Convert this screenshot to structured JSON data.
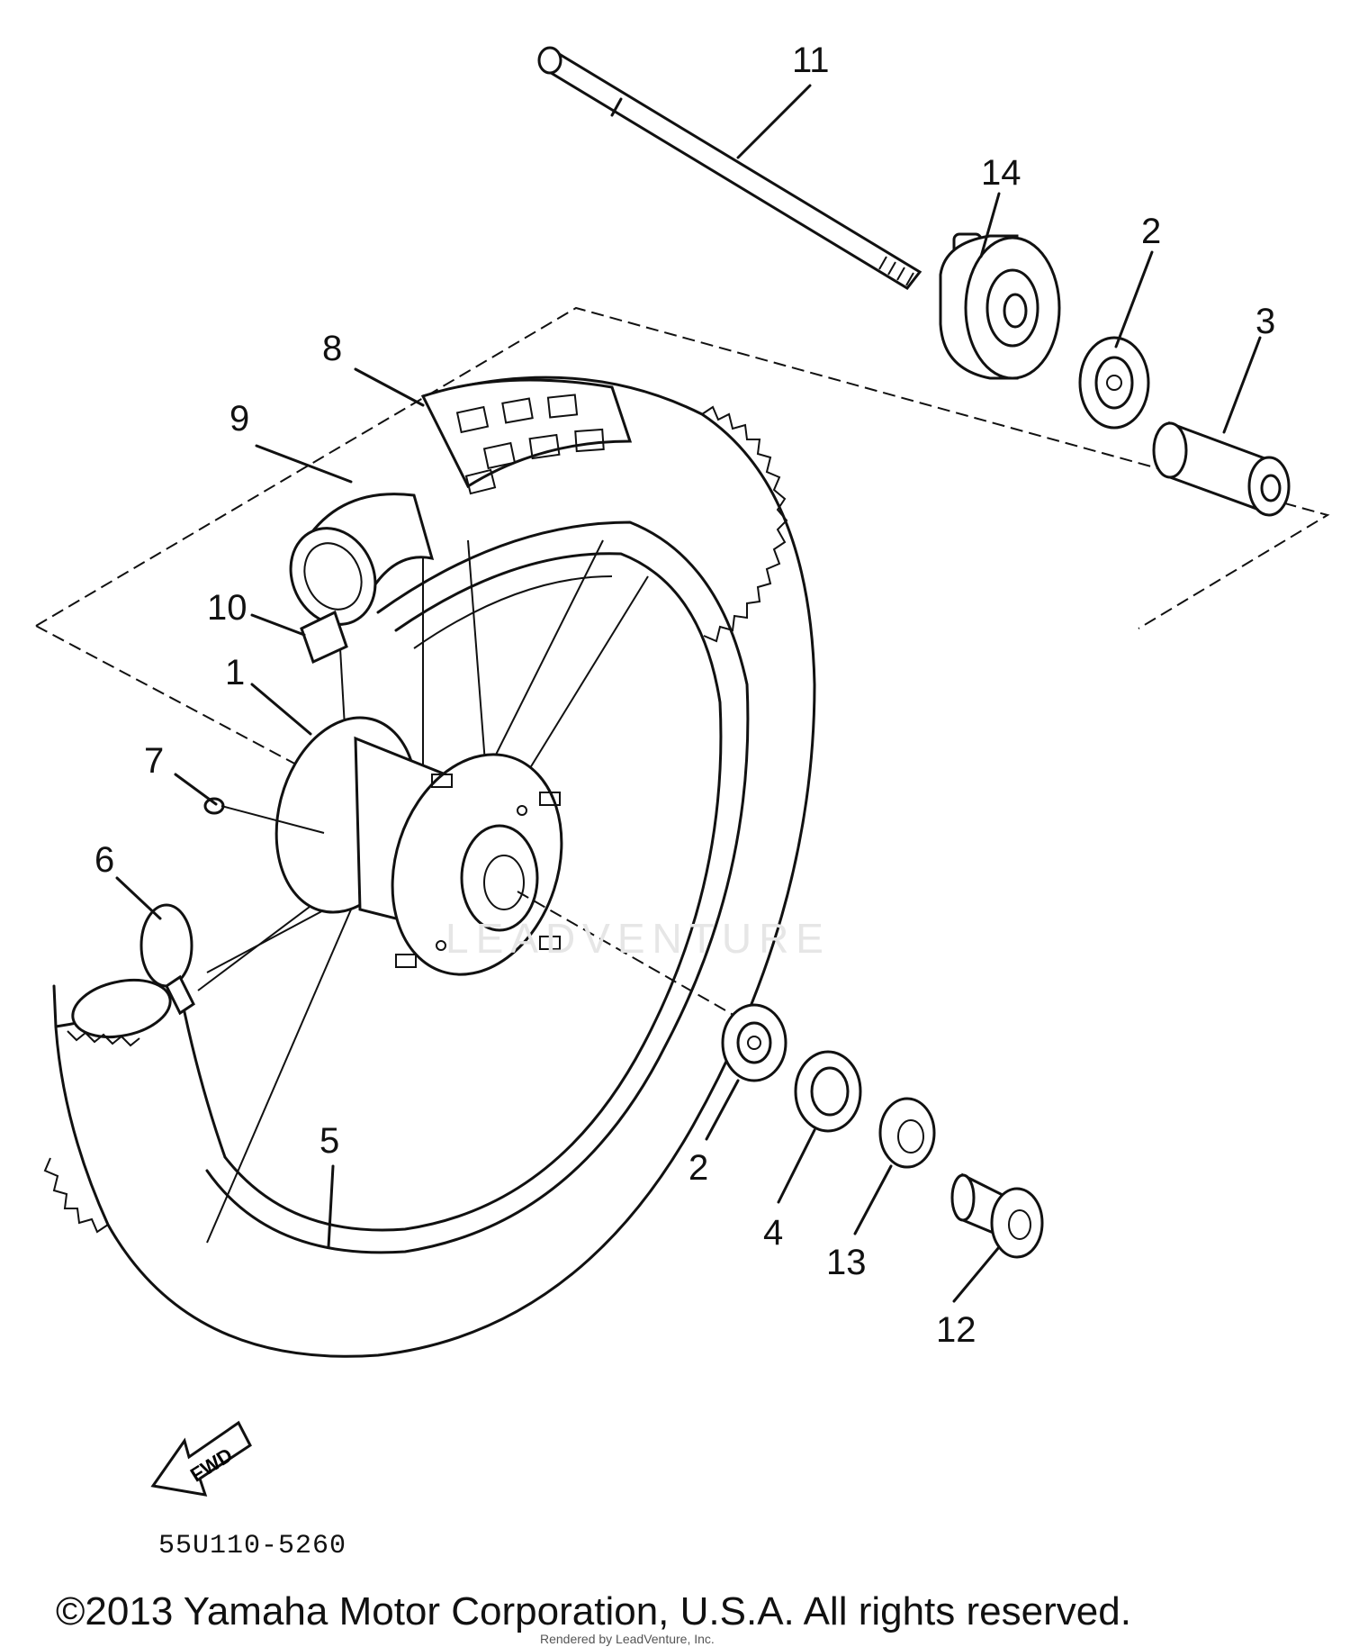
{
  "diagram": {
    "callouts": [
      "11",
      "14",
      "2",
      "3",
      "8",
      "9",
      "10",
      "1",
      "7",
      "6",
      "5",
      "2",
      "4",
      "13",
      "12"
    ],
    "direction_label": "FWD",
    "diagram_code": "55U110-5260",
    "copyright": "©2013 Yamaha Motor Corporation, U.S.A. All rights reserved.",
    "watermark": "LEADVENTURE",
    "rendered_by": "Rendered by LeadVenture, Inc."
  }
}
